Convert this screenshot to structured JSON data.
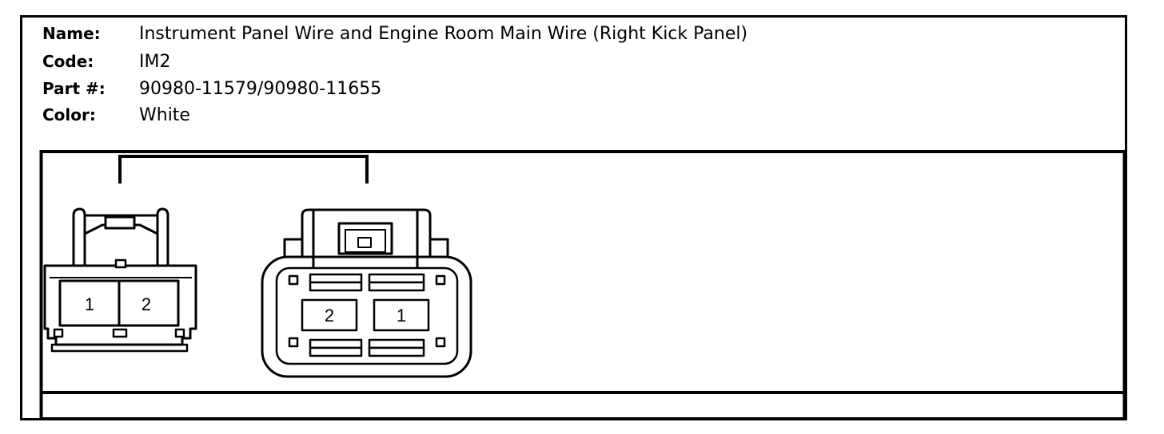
{
  "info": {
    "name_label": "Name:",
    "name_value": "Instrument Panel Wire and Engine Room Main Wire (Right Kick Panel)",
    "code_label": "Code:",
    "code_value": "IM2",
    "part_label": "Part #:",
    "part_value": "90980-11579/90980-11655",
    "color_label": "Color:",
    "color_value": "White"
  },
  "connectors": {
    "female": {
      "pins": [
        "1",
        "2"
      ]
    },
    "male": {
      "pins": [
        "2",
        "1"
      ]
    }
  }
}
